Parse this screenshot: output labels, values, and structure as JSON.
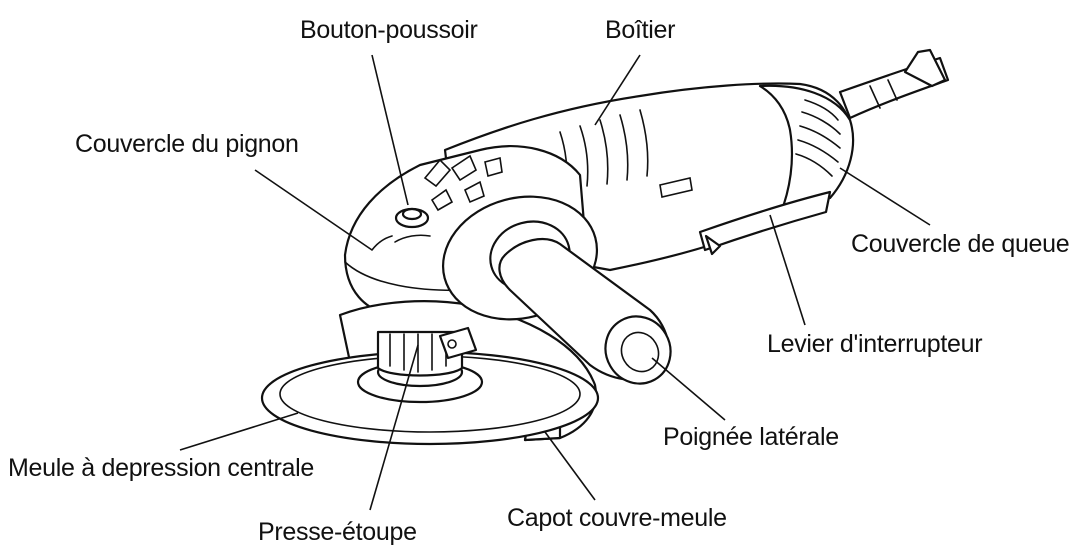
{
  "labels": {
    "bouton_poussoir": "Bouton-poussoir",
    "boitier": "Boîtier",
    "couvercle_pignon": "Couvercle du pignon",
    "couvercle_queue": "Couvercle de queue",
    "levier_interrupteur": "Levier d'interrupteur",
    "poignee_laterale": "Poignée latérale",
    "meule": "Meule à depression centrale",
    "presse_etoupe": "Presse-étoupe",
    "capot": "Capot couvre-meule"
  },
  "colors": {
    "line": "#111111",
    "background": "#ffffff"
  }
}
